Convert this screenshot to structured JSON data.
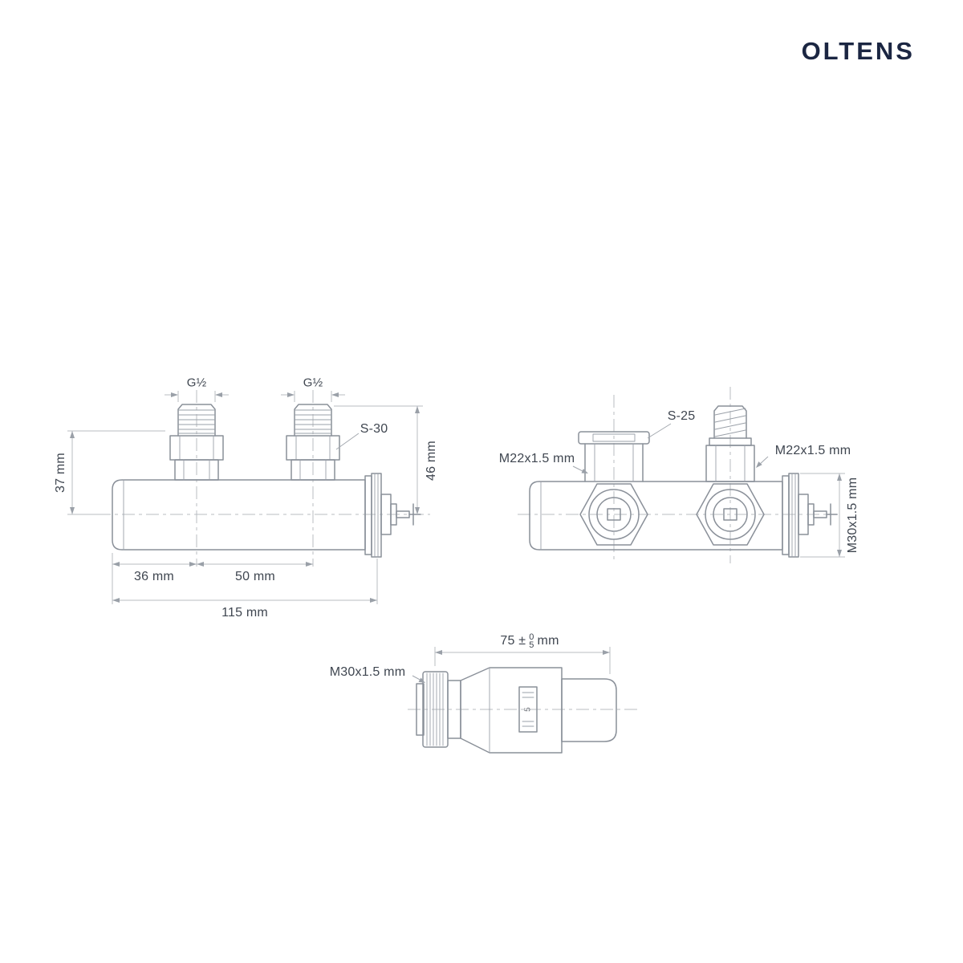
{
  "brand": {
    "name": "OLTENS"
  },
  "colors": {
    "background": "#ffffff",
    "drawing_line": "#8a9099",
    "dimension_line": "#b8bcc2",
    "label_text": "#3f4650",
    "brand_navy": "#1b2642"
  },
  "side_view": {
    "thread_left": "G½",
    "thread_right": "G½",
    "wrench_size": "S-30",
    "dim_height_nut": "37 mm",
    "dim_height_thread": "46 mm",
    "dim_offset": "36 mm",
    "dim_spacing": "50 mm",
    "dim_total_length": "115 mm"
  },
  "front_view": {
    "wrench_size": "S-25",
    "thread_left": "M22x1.5 mm",
    "thread_right": "M22x1.5 mm",
    "thread_spindle": "M30x1.5 mm"
  },
  "head_view": {
    "thread": "M30x1.5 mm",
    "dim_length_prefix": "75 ±",
    "tolerance_upper": "0",
    "tolerance_lower": "5",
    "dim_unit": "mm",
    "scale_value": "5"
  }
}
